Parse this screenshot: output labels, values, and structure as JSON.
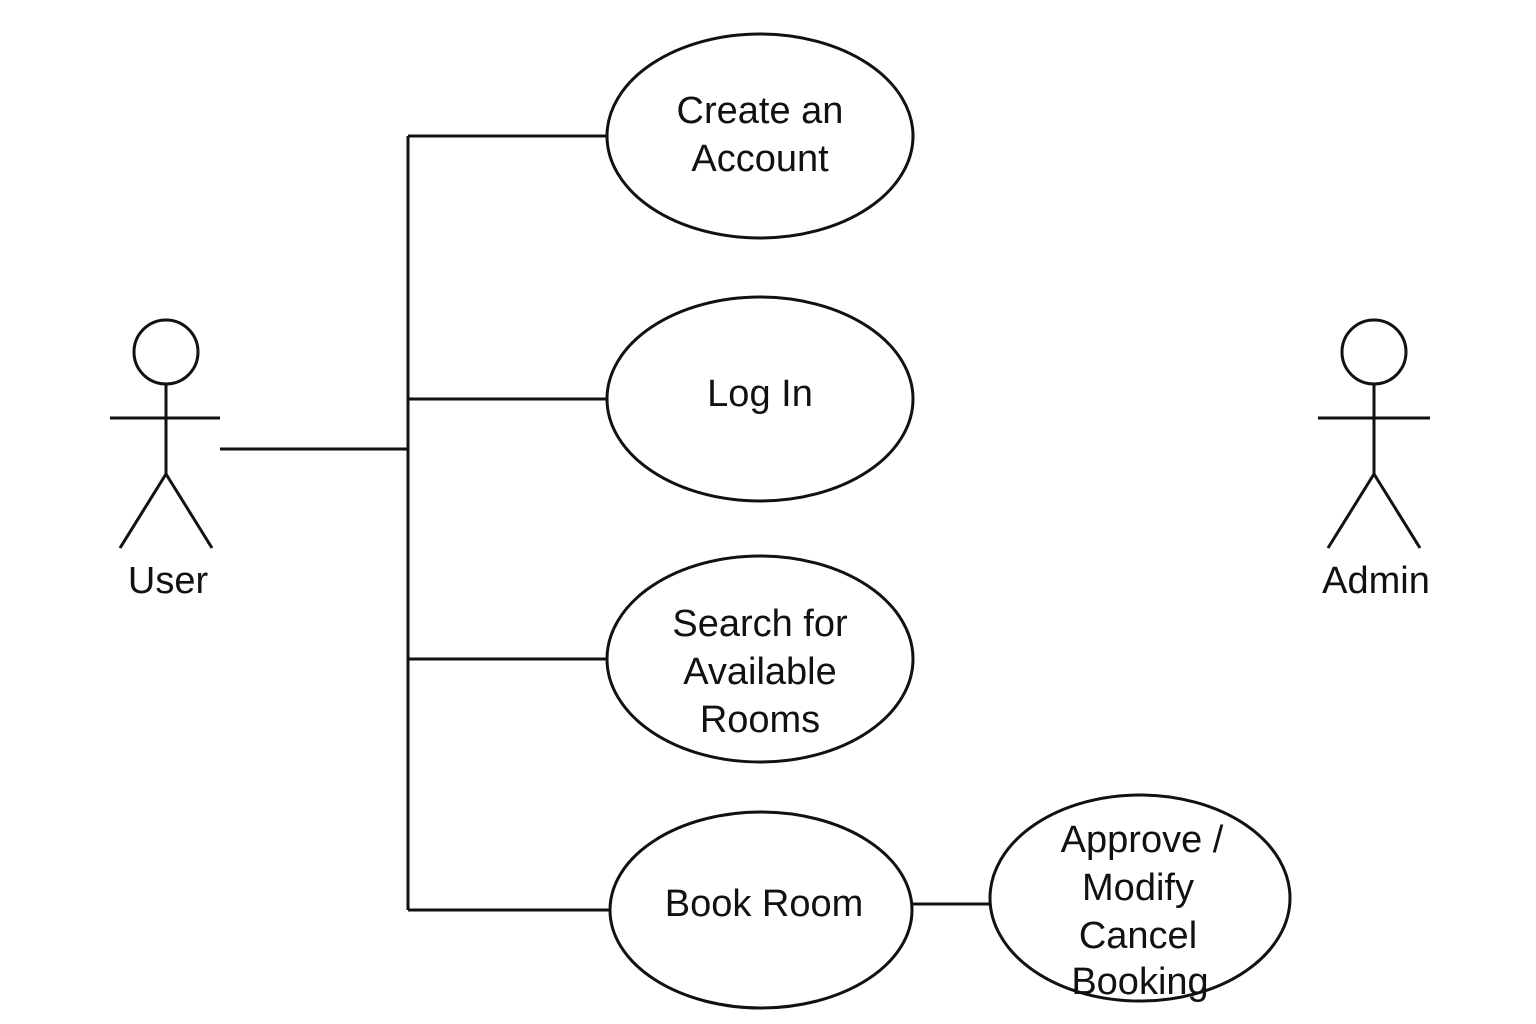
{
  "actors": {
    "user": {
      "label": "User"
    },
    "admin": {
      "label": "Admin"
    }
  },
  "use_cases": {
    "create_account": {
      "lines": [
        "Create an",
        "Account"
      ]
    },
    "log_in": {
      "lines": [
        "Log In"
      ]
    },
    "search_rooms": {
      "lines": [
        "Search for",
        "Available",
        "Rooms"
      ]
    },
    "book_room": {
      "lines": [
        "Book Room"
      ]
    },
    "approve_booking": {
      "lines": [
        "Approve /",
        "Modify",
        "Cancel",
        "Booking"
      ]
    }
  },
  "colors": {
    "stroke": "#111111",
    "background": "#ffffff"
  }
}
